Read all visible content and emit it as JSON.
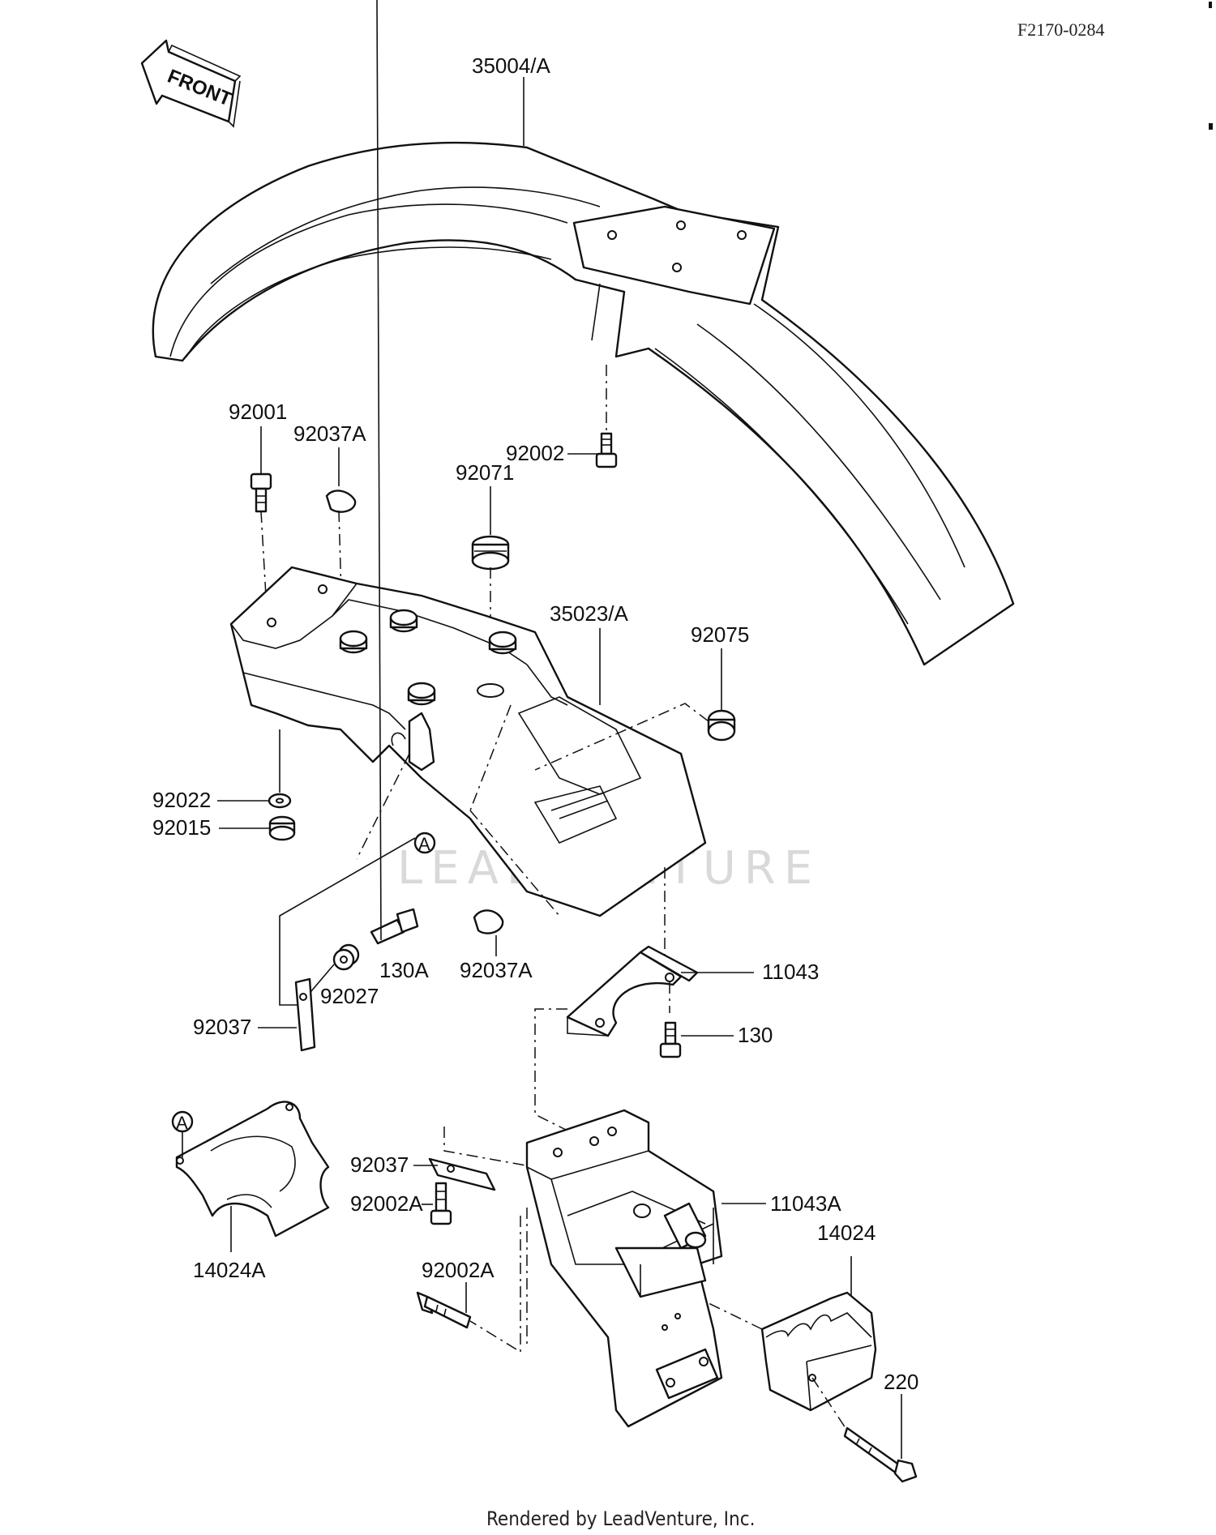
{
  "diagram_code": "F2170-0284",
  "front_arrow_label": "FRONT",
  "watermark": "LEADVENTURE",
  "footer": "Rendered by LeadVenture, Inc.",
  "callouts": {
    "c35004": "35004/A",
    "c92001": "92001",
    "c92037A_top": "92037A",
    "c92002": "92002",
    "c92071": "92071",
    "c35023": "35023/A",
    "c92075": "92075",
    "c92022": "92022",
    "c92015": "92015",
    "ref_a_1": "A",
    "c130A": "130A",
    "c92027": "92027",
    "c92037A_bot": "92037A",
    "c11043": "11043",
    "c92037_left": "92037",
    "c130": "130",
    "ref_a_2": "A",
    "c92037_mid": "92037",
    "c92002A_1": "92002A",
    "c11043A": "11043A",
    "c14024": "14024",
    "c14024A": "14024A",
    "c92002A_2": "92002A",
    "c220": "220"
  }
}
